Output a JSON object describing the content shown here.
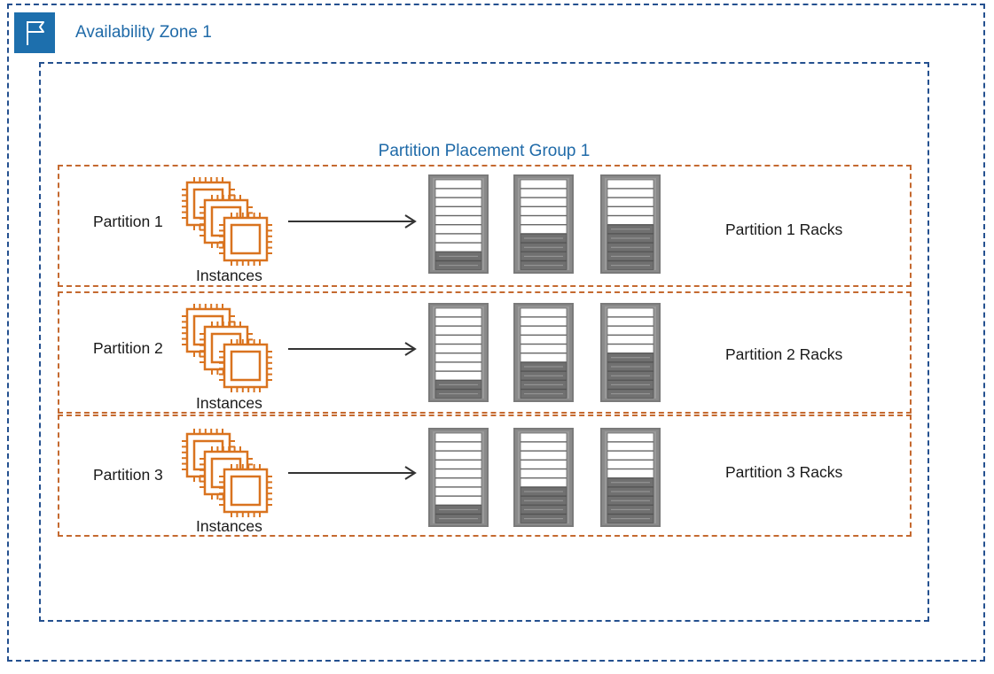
{
  "availability_zone": {
    "title": "Availability Zone 1",
    "icon": "flag-icon",
    "border_color": "#24508f",
    "title_color": "#1f6aa8"
  },
  "placement_group": {
    "title": "Partition Placement Group 1",
    "border_color": "#24508f"
  },
  "partitions": [
    {
      "label": "Partition 1",
      "instances_label": "Instances",
      "racks_label": "Partition 1 Racks",
      "racks": [
        {
          "filled_slots": 2
        },
        {
          "filled_slots": 4
        },
        {
          "filled_slots": 5
        }
      ]
    },
    {
      "label": "Partition 2",
      "instances_label": "Instances",
      "racks_label": "Partition 2 Racks",
      "racks": [
        {
          "filled_slots": 2
        },
        {
          "filled_slots": 4
        },
        {
          "filled_slots": 5
        }
      ]
    },
    {
      "label": "Partition 3",
      "instances_label": "Instances",
      "racks_label": "Partition 3 Racks",
      "racks": [
        {
          "filled_slots": 2
        },
        {
          "filled_slots": 4
        },
        {
          "filled_slots": 5
        }
      ]
    }
  ],
  "colors": {
    "partition_border": "#c56a30",
    "instance_icon": "#d9731f",
    "rack_frame": "#7a7a7a",
    "rack_filled_slot": "#707070",
    "rack_empty_slot": "#ffffff"
  }
}
